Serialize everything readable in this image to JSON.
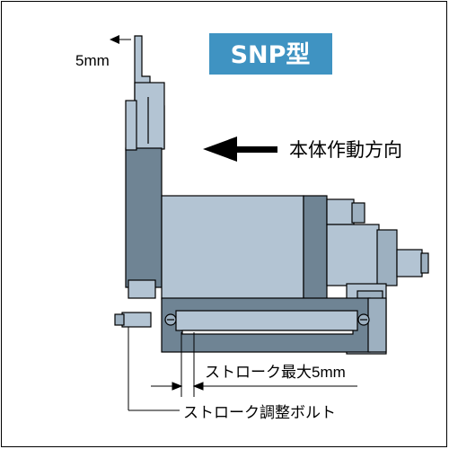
{
  "title": "SNP型",
  "labels": {
    "top_stroke": "5mm",
    "direction": "本体作動方向",
    "stroke_max": "ストローク最大5mm",
    "adjust_bolt": "ストローク調整ボルト"
  },
  "colors": {
    "title_bg": "#3f93c2",
    "body_light": "#b3c4d3",
    "body_mid": "#9db0c0",
    "body_dark": "#6f8494",
    "stroke": "#000000"
  }
}
